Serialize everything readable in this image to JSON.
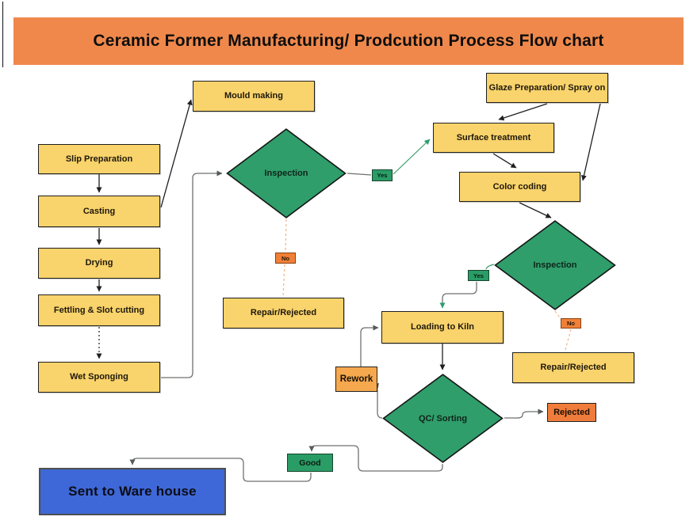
{
  "title": "Ceramic Former Manufacturing/ Prodcution Process Flow chart",
  "colors": {
    "header_bg": "#F0884B",
    "process_fill": "#F9D36B",
    "decision_fill": "#2F9E6B",
    "yes_tag_fill": "#2A9C66",
    "no_tag_fill": "#F08038",
    "rework_fill": "#F6A84E",
    "rejected_fill": "#F07C3B",
    "warehouse_fill": "#3E68D8",
    "connector_gray": "#6d726e",
    "connector_black": "#1f1f1f",
    "connector_green": "#3f9c6e",
    "connector_dashed_orange": "#F2B28A",
    "background": "#FFFFFF"
  },
  "nodes": {
    "mould_making": {
      "label": "Mould making",
      "type": "process"
    },
    "slip_preparation": {
      "label": "Slip Preparation",
      "type": "process"
    },
    "casting": {
      "label": "Casting",
      "type": "process"
    },
    "drying": {
      "label": "Drying",
      "type": "process"
    },
    "fettling_slot_cutting": {
      "label": "Fettling & Slot cutting",
      "type": "process"
    },
    "wet_sponging": {
      "label": "Wet Sponging",
      "type": "process"
    },
    "inspection_1": {
      "label": "Inspection",
      "type": "decision"
    },
    "yes_1": {
      "label": "Yes",
      "type": "branch-tag"
    },
    "no_1": {
      "label": "No",
      "type": "branch-tag"
    },
    "repair_rejected_1": {
      "label": "Repair/Rejected",
      "type": "process"
    },
    "glaze_preparation": {
      "label": "Glaze Preparation/ Spray on",
      "type": "process"
    },
    "surface_treatment": {
      "label": "Surface treatment",
      "type": "process"
    },
    "color_coding": {
      "label": "Color coding",
      "type": "process"
    },
    "inspection_2": {
      "label": "Inspection",
      "type": "decision"
    },
    "yes_2": {
      "label": "Yes",
      "type": "branch-tag"
    },
    "no_2": {
      "label": "No",
      "type": "branch-tag"
    },
    "repair_rejected_2": {
      "label": "Repair/Rejected",
      "type": "process"
    },
    "loading_to_kiln": {
      "label": "Loading to Kiln",
      "type": "process"
    },
    "rework": {
      "label": "Rework",
      "type": "process"
    },
    "qc_sorting": {
      "label": "QC/ Sorting",
      "type": "decision"
    },
    "rejected": {
      "label": "Rejected",
      "type": "terminal"
    },
    "good": {
      "label": "Good",
      "type": "branch-tag"
    },
    "sent_to_warehouse": {
      "label": "Sent to Ware house",
      "type": "terminal"
    }
  }
}
